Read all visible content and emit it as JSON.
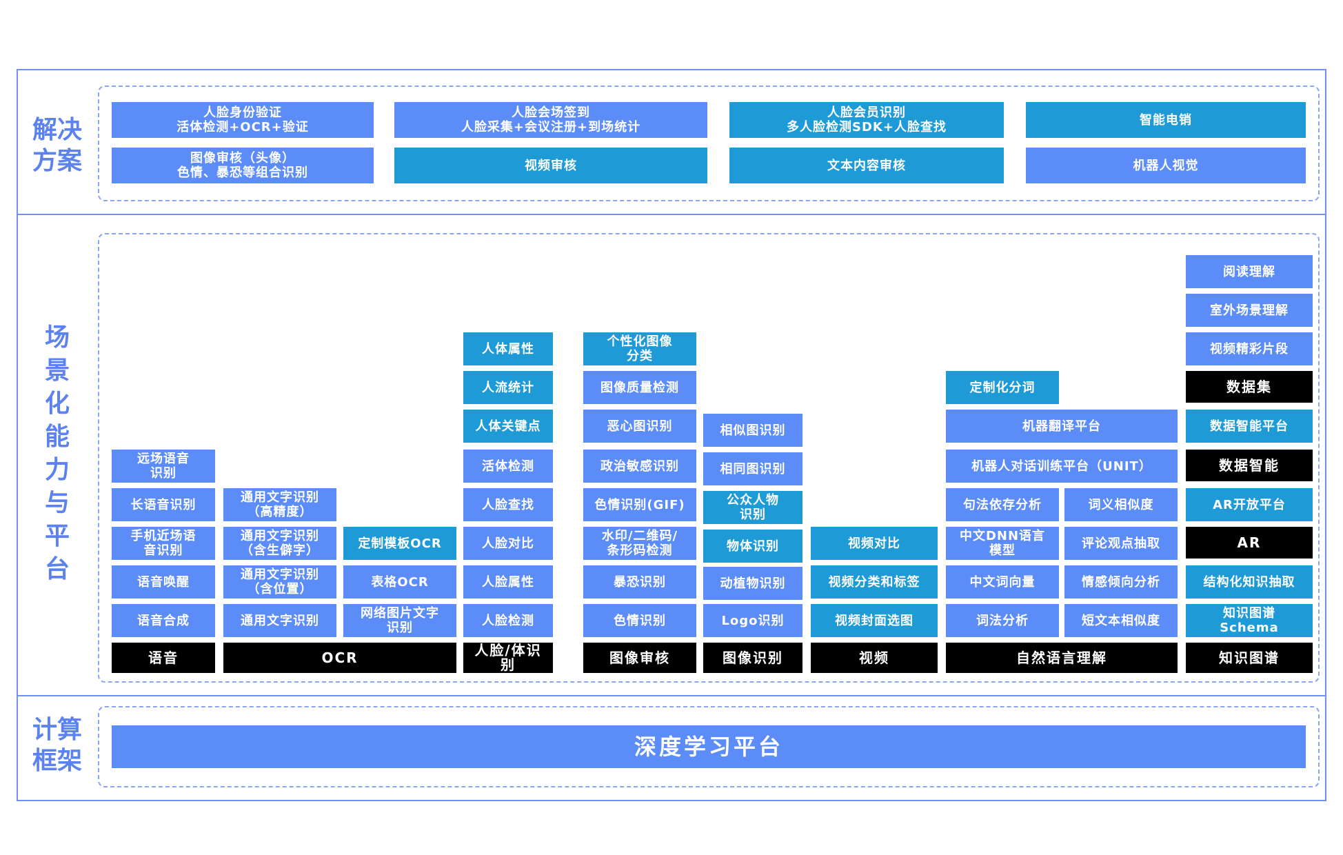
{
  "sides": {
    "solution": [
      "解决",
      "方案"
    ],
    "scene": [
      "场",
      "景",
      "化",
      "能",
      "力",
      "与",
      "平",
      "台"
    ],
    "compute": [
      "计算",
      "框架"
    ]
  },
  "solutions": [
    {
      "line1": "人脸身份验证",
      "line2": "活体检测+OCR+验证"
    },
    {
      "line1": "人脸会场签到",
      "line2": "人脸采集+会议注册+到场统计"
    },
    {
      "line1": "人脸会员识别",
      "line2": "多人脸检测SDK+人脸查找"
    },
    {
      "line1": "智能电销",
      "line2": ""
    },
    {
      "line1": "图像审核（头像）",
      "line2": "色情、暴恐等组合识别"
    },
    {
      "line1": "视频审核",
      "line2": ""
    },
    {
      "line1": "文本内容审核",
      "line2": ""
    },
    {
      "line1": "机器人视觉",
      "line2": ""
    }
  ],
  "groups": {
    "voice": "语音",
    "ocr": "OCR",
    "face": "人脸/体识别",
    "audit": "图像审核",
    "image": "图像识别",
    "video": "视频",
    "nlp": "自然语言理解",
    "kg": "知识图谱"
  },
  "voice": [
    "远场语音\n识别",
    "长语音识别",
    "手机近场语\n音识别",
    "语音唤醒",
    "语音合成"
  ],
  "ocr_a": [
    "通用文字识别\n（高精度）",
    "通用文字识别\n（含生僻字）",
    "通用文字识别\n（含位置）",
    "通用文字识别"
  ],
  "ocr_b": [
    "定制模板OCR",
    "表格OCR",
    "网络图片文字\n识别"
  ],
  "face": [
    "人体属性",
    "人流统计",
    "人体关键点",
    "活体检测",
    "人脸查找",
    "人脸对比",
    "人脸属性",
    "人脸检测"
  ],
  "audit": [
    "个性化图像\n分类",
    "图像质量检测",
    "恶心图识别",
    "政治敏感识别",
    "色情识别(GIF)",
    "水印/二维码/\n条形码检测",
    "暴恐识别",
    "色情识别"
  ],
  "image": [
    "相似图识别",
    "相同图识别",
    "公众人物\n识别",
    "物体识别",
    "动植物识别",
    "Logo识别"
  ],
  "video": [
    "视频对比",
    "视频分类和标签",
    "视频封面选图"
  ],
  "nlp_top": [
    "定制化分词",
    "机器翻译平台",
    "机器人对话训练平台（UNIT）"
  ],
  "nlp_left": [
    "句法依存分析",
    "中文DNN语言\n模型",
    "中文词向量",
    "词法分析"
  ],
  "nlp_right": [
    "词义相似度",
    "评论观点抽取",
    "情感倾向分析",
    "短文本相似度"
  ],
  "kg": [
    "阅读理解",
    "室外场景理解",
    "视频精彩片段",
    "数据集",
    "数据智能平台",
    "数据智能",
    "AR开放平台",
    "AR",
    "结构化知识抽取",
    "知识图谱\nSchema"
  ],
  "platform": "深度学习平台"
}
